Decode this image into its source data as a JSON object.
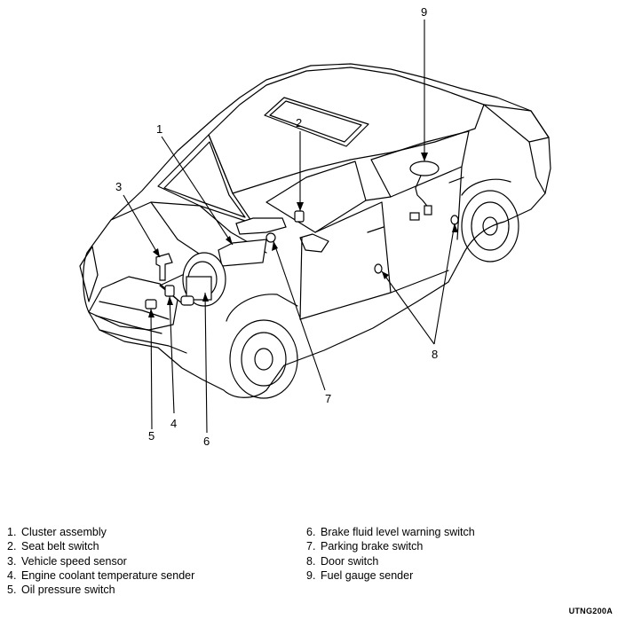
{
  "callouts": [
    {
      "label": "1"
    },
    {
      "label": "2"
    },
    {
      "label": "3"
    },
    {
      "label": "4"
    },
    {
      "label": "5"
    },
    {
      "label": "6"
    },
    {
      "label": "7"
    },
    {
      "label": "8"
    },
    {
      "label": "9"
    }
  ],
  "legend": {
    "left": [
      {
        "num": "1.",
        "text": "Cluster assembly"
      },
      {
        "num": "2.",
        "text": "Seat belt switch"
      },
      {
        "num": "3.",
        "text": "Vehicle speed sensor"
      },
      {
        "num": "4.",
        "text": "Engine coolant temperature sender"
      },
      {
        "num": "5.",
        "text": "Oil pressure switch"
      }
    ],
    "right": [
      {
        "num": "6.",
        "text": "Brake fluid level warning switch"
      },
      {
        "num": "7.",
        "text": "Parking brake switch"
      },
      {
        "num": "8.",
        "text": "Door switch"
      },
      {
        "num": "9.",
        "text": "Fuel gauge sender"
      }
    ]
  },
  "figure_code": "UTNG200A"
}
